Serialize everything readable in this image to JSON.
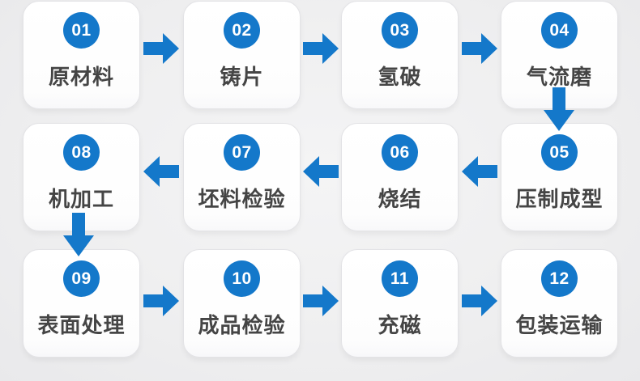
{
  "title": "magnet-manufacturing-process-flow",
  "colors": {
    "accent_blue": "#1478ca",
    "card_bg": "#ffffff",
    "card_border": "#e3e3e6",
    "page_bg": "#efeff0",
    "label_text": "#454545",
    "number_text": "#ffffff"
  },
  "steps": [
    {
      "number": "01",
      "label": "原材料"
    },
    {
      "number": "02",
      "label": "铸片"
    },
    {
      "number": "03",
      "label": "氢破"
    },
    {
      "number": "04",
      "label": "气流磨"
    },
    {
      "number": "05",
      "label": "压制成型"
    },
    {
      "number": "06",
      "label": "烧结"
    },
    {
      "number": "07",
      "label": "坯料检验"
    },
    {
      "number": "08",
      "label": "机加工"
    },
    {
      "number": "09",
      "label": "表面处理"
    },
    {
      "number": "10",
      "label": "成品检验"
    },
    {
      "number": "11",
      "label": "充磁"
    },
    {
      "number": "12",
      "label": "包装运输"
    }
  ],
  "flow_order": "01→02→03→04↓05→06→07→08↓09→10→11→12 (rows alternate direction: row1 left-to-right, row2 right-to-left, row3 left-to-right)"
}
